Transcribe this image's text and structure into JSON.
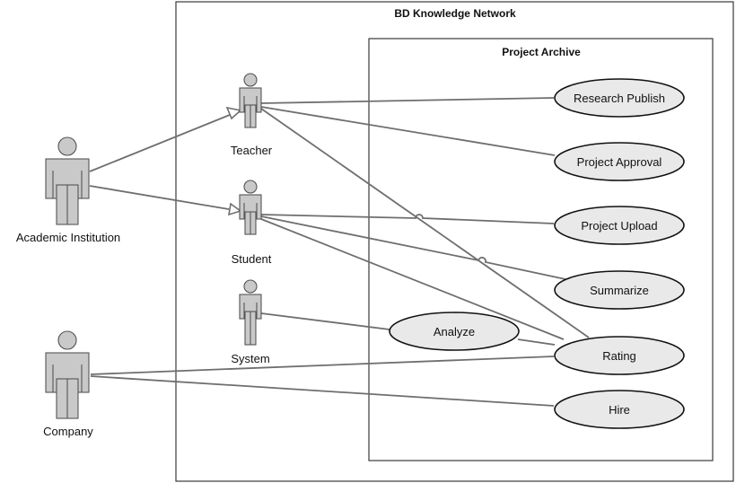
{
  "system": {
    "title": "BD Knowledge Network"
  },
  "subsystem": {
    "title": "Project Archive"
  },
  "actors": {
    "academic_institution": "Academic Institution",
    "company": "Company",
    "teacher": "Teacher",
    "student": "Student",
    "system": "System"
  },
  "use_cases": {
    "research_publish": "Research Publish",
    "project_approval": "Project Approval",
    "project_upload": "Project Upload",
    "summarize": "Summarize",
    "analyze": "Analyze",
    "rating": "Rating",
    "hire": "Hire"
  }
}
